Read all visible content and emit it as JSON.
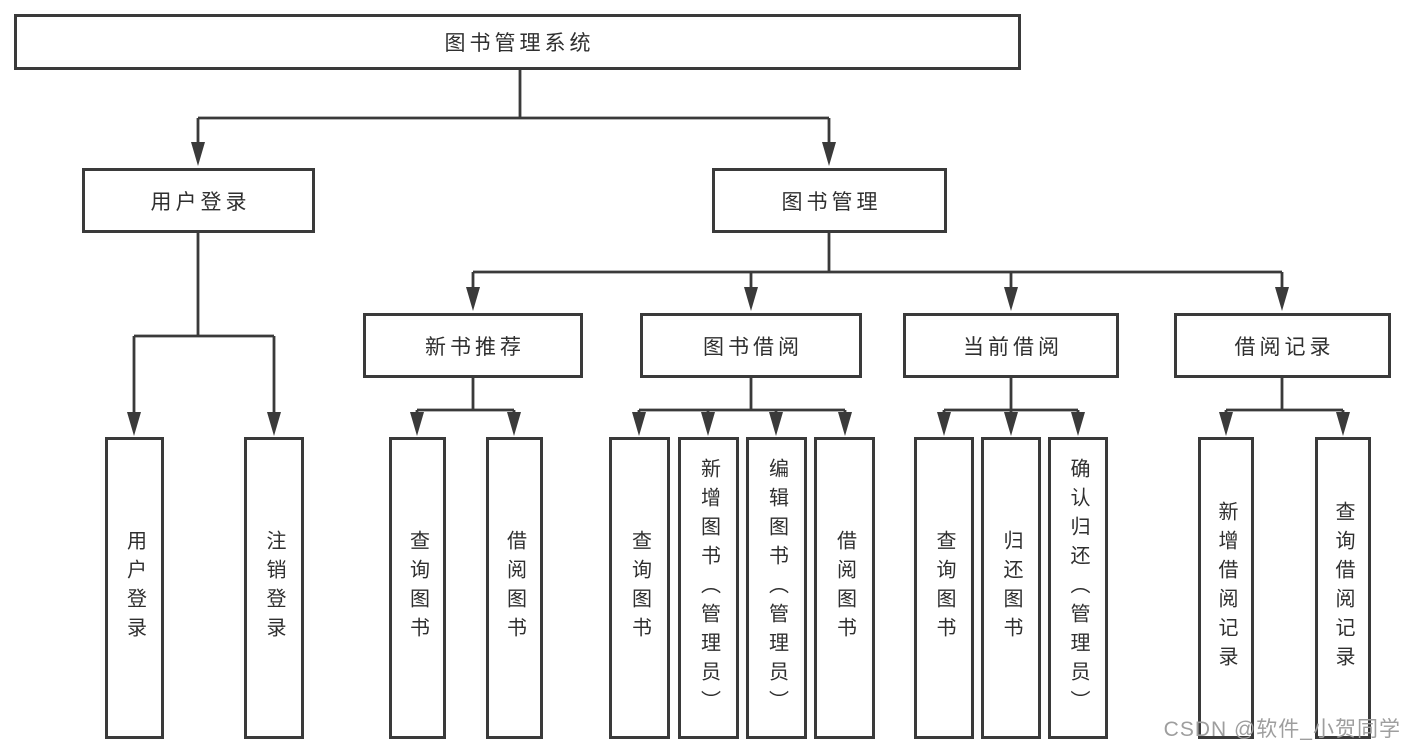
{
  "diagram": {
    "title": "图书管理系统",
    "watermark": {
      "text": "CSDN @软件_小贺同学"
    },
    "colors": {
      "line": "#3a3a3a",
      "box_border": "#3a3a3a",
      "box_fill": "#ffffff",
      "text": "#2f2f2f",
      "watermark": "#9e9e9e",
      "background": "#ffffff"
    },
    "nodes": {
      "root": "图书管理系统",
      "user_login": "用户登录",
      "book_mgmt": "图书管理",
      "login": "用户登录",
      "logout": "注销登录",
      "new_books": "新书推荐",
      "borrowing": "图书借阅",
      "current": "当前借阅",
      "records": "借阅记录",
      "nb_query": "查询图书",
      "nb_borrow": "借阅图书",
      "bw_query": "查询图书",
      "bw_add": "新增图书（管理员）",
      "bw_edit": "编辑图书（管理员）",
      "bw_borrow": "借阅图书",
      "cu_query": "查询图书",
      "cu_return": "归还图书",
      "cu_confirm": "确认归还（管理员）",
      "rc_add": "新增借阅记录",
      "rc_query": "查询借阅记录"
    },
    "hierarchy": {
      "图书管理系统": {
        "用户登录": [
          "用户登录",
          "注销登录"
        ],
        "图书管理": {
          "新书推荐": [
            "查询图书",
            "借阅图书"
          ],
          "图书借阅": [
            "查询图书",
            "新增图书（管理员）",
            "编辑图书（管理员）",
            "借阅图书"
          ],
          "当前借阅": [
            "查询图书",
            "归还图书",
            "确认归还（管理员）"
          ],
          "借阅记录": [
            "新增借阅记录",
            "查询借阅记录"
          ]
        }
      }
    }
  }
}
